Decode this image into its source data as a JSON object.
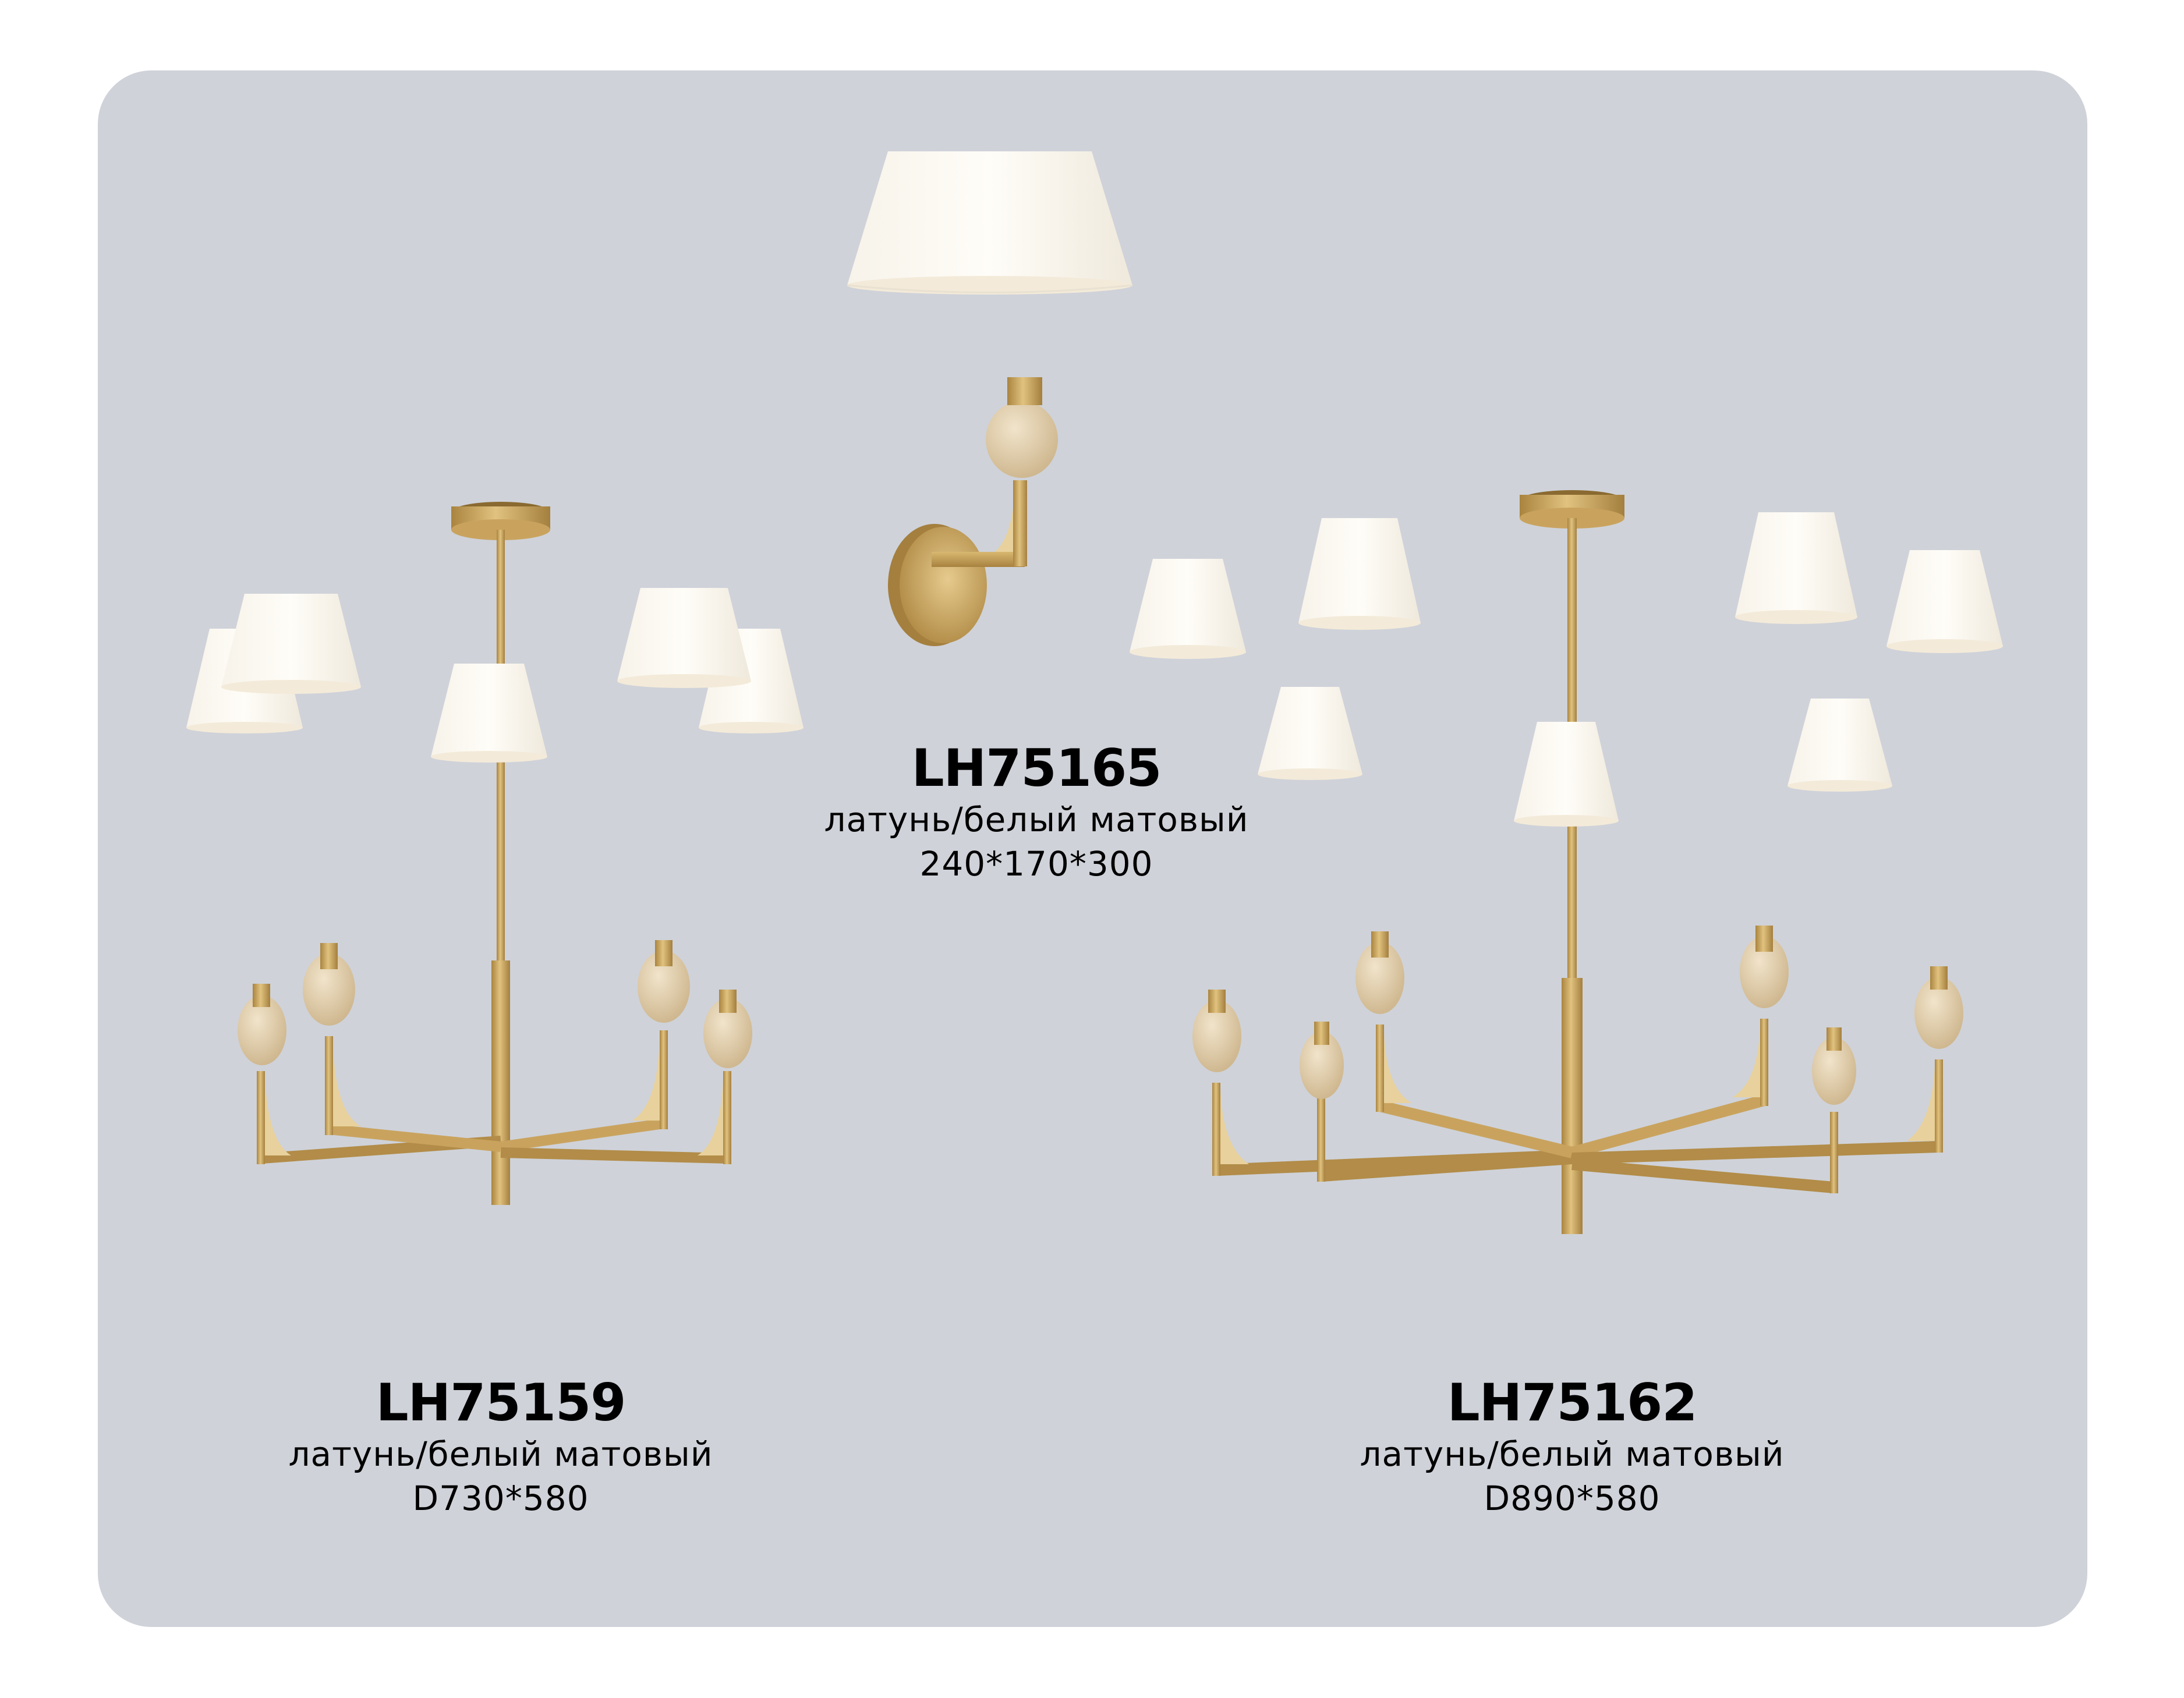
{
  "colors": {
    "background": "#CFD2D9",
    "page": "#FFFFFF",
    "text": "#000000",
    "brass": "#C9A35E",
    "brass_dark": "#A47F3E",
    "shade": "#FBF8F1",
    "stone": "#E4D3B4"
  },
  "products": [
    {
      "id": "wall-sconce",
      "type": "wall sconce",
      "shades": 1,
      "code": "LH75165",
      "finish": "латунь/белый матовый",
      "dimensions": "240*170*300"
    },
    {
      "id": "chandelier-5",
      "type": "chandelier",
      "shades": 5,
      "code": "LH75159",
      "finish": "латунь/белый матовый",
      "dimensions": "D730*580"
    },
    {
      "id": "chandelier-7",
      "type": "chandelier",
      "shades": 7,
      "code": "LH75162",
      "finish": "латунь/белый матовый",
      "dimensions": "D890*580"
    }
  ]
}
